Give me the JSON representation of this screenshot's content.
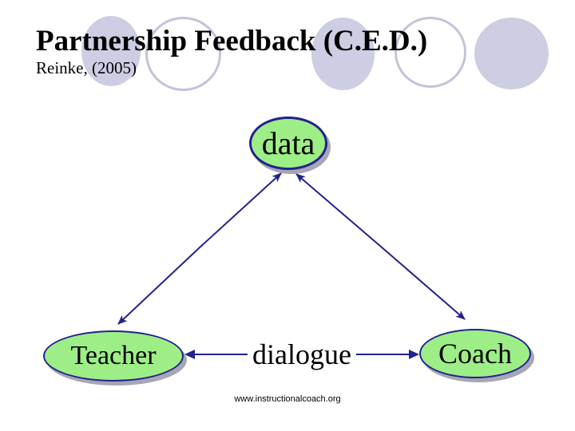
{
  "slide": {
    "title": "Partnership Feedback (C.E.D.)",
    "subtitle": "Reinke, (2005)",
    "footer_url": "www.instructionalcoach.org"
  },
  "diagram": {
    "type": "triangle-relationship",
    "nodes": [
      {
        "id": "data",
        "label": "data",
        "position": "top-center",
        "shape": "ellipse"
      },
      {
        "id": "teacher",
        "label": "Teacher",
        "position": "bottom-left",
        "shape": "ellipse"
      },
      {
        "id": "coach",
        "label": "Coach",
        "position": "bottom-right",
        "shape": "ellipse"
      }
    ],
    "edges": [
      {
        "from": "Teacher",
        "to": "data",
        "style": "double-arrow",
        "label": ""
      },
      {
        "from": "Coach",
        "to": "data",
        "style": "double-arrow",
        "label": ""
      },
      {
        "from": "Teacher",
        "to": "Coach",
        "style": "double-arrow",
        "label": "dialogue"
      }
    ]
  },
  "colors": {
    "background": "#ffffff",
    "title_text": "#000000",
    "node_fill": "#9eee87",
    "node_border": "#22228c",
    "node_shadow": "#a6a6b6",
    "arrow": "#22228c",
    "decoration_fill": "#cdcde3",
    "decoration_outline": "#c3c3da"
  },
  "decorations": {
    "circle_styles": [
      "filled",
      "outlined",
      "filled",
      "outlined",
      "filled"
    ]
  }
}
